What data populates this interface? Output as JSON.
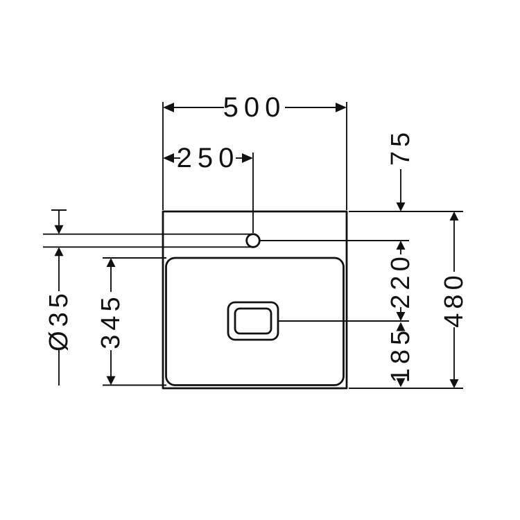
{
  "drawing": {
    "colors": {
      "line": "#111111",
      "background": "#ffffff"
    },
    "labels": {
      "width": "500",
      "tap_center_offset": "250",
      "back_edge_to_tap": "75",
      "tap_to_drain": "220",
      "drain_to_front": "185",
      "total_depth": "480",
      "bowl_depth": "345",
      "tap_hole_diameter": "Ø35"
    }
  }
}
